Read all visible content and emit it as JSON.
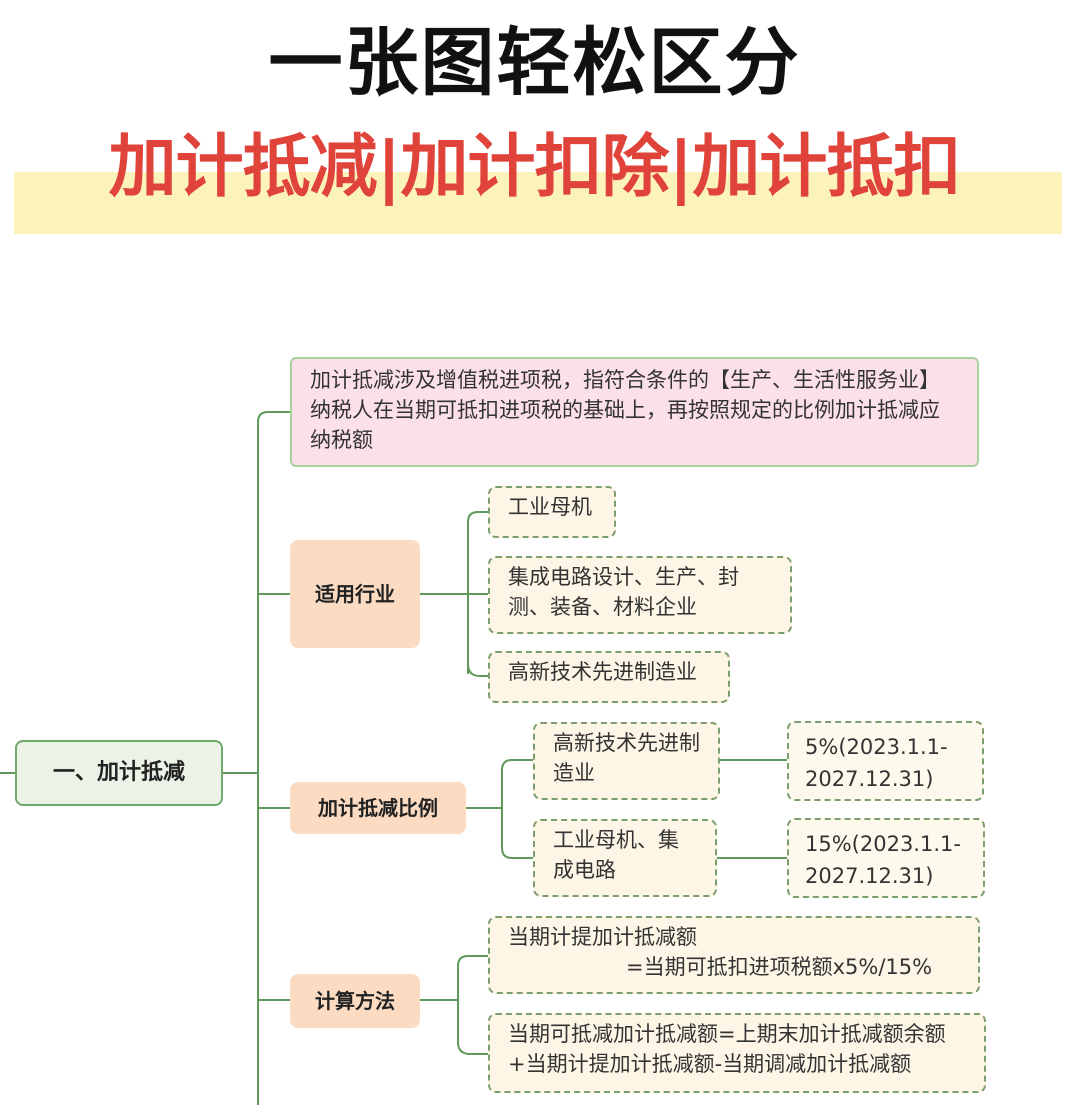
{
  "title": "一张图轻松区分",
  "subtitle": "加计抵减|加计扣除|加计抵扣",
  "colors": {
    "title": "#111111",
    "subtitle": "#e0433a",
    "subtitle_band": "#fcf2bc",
    "connector": "#5f9a5a",
    "root_fill": "#eaf3e6",
    "description_fill": "#fbe0ea",
    "category_fill": "#fbdcc3",
    "leaf_fill": "#fdf6e6"
  },
  "mindmap": {
    "root": "一、加计抵减",
    "description": "加计抵减涉及增值税进项税，指符合条件的【生产、生活性服务业】纳税人在当期可抵扣进项税的基础上，再按照规定的比例加计抵减应纳税额",
    "industries": {
      "label": "适用行业",
      "items": [
        "工业母机",
        "集成电路设计、生产、封测、装备、材料企业",
        "高新技术先进制造业"
      ]
    },
    "ratio": {
      "label": "加计抵减比例",
      "rows": [
        {
          "target": "高新技术先进制造业",
          "rate": "5%(2023.1.1-2027.12.31)"
        },
        {
          "target": "工业母机、集成电路",
          "rate": "15%(2023.1.1-2027.12.31)"
        }
      ]
    },
    "method": {
      "label": "计算方法",
      "formula1_line1": "当期计提加计抵减额",
      "formula1_line2": "=当期可抵扣进项税额x5%/15%",
      "formula2": "当期可抵减加计抵减额=上期末加计抵减额余额+当期计提加计抵减额-当期调减加计抵减额"
    }
  }
}
